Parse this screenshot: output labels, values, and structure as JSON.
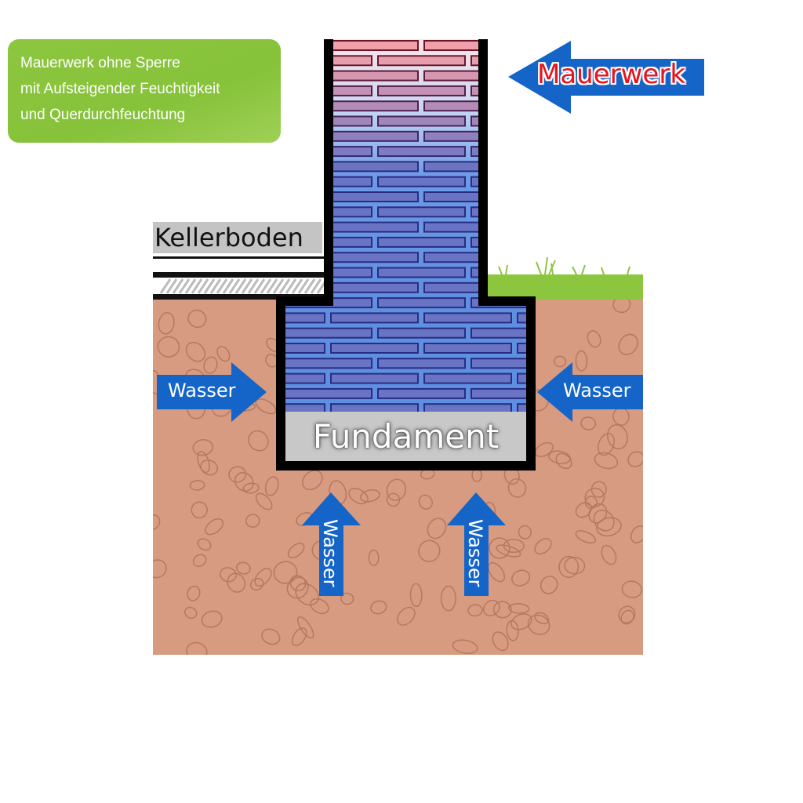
{
  "info_box": {
    "lines": [
      "Mauerwerk ohne Sperre",
      "mit Aufsteigender Feuchtigkeit",
      "und Querdurchfeuchtung"
    ]
  },
  "labels": {
    "kellerboden": "Kellerboden",
    "fundament": "Fundament",
    "mauerwerk": "Mauerwerk",
    "wasser_left": "Wasser",
    "wasser_right": "Wasser",
    "wasser_up_left": "Wasser",
    "wasser_up_right": "Wasser"
  },
  "colors": {
    "arrow": "#1565c8",
    "soil": "#d69b80",
    "grass": "#8cc63f",
    "info": "#8dc63f",
    "brick_dry": "#f0a0aa",
    "brick_wet": "#6a74c4",
    "mortar_wet": "#5f8fe0"
  }
}
